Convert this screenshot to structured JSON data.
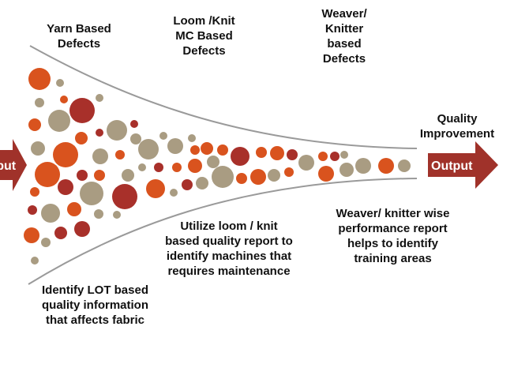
{
  "colors": {
    "funnel_line": "#9a9a9a",
    "arrow_fill": "#a0322a",
    "bubble_orange": "#d9531e",
    "bubble_tan": "#a99c82",
    "bubble_red": "#a8302a",
    "text": "#111111"
  },
  "labels": {
    "yarn_defects": "Yarn Based\nDefects",
    "loom_defects": "Loom /Knit\nMC Based\nDefects",
    "weaver_defects": "Weaver/\nKnitter\nbased\nDefects",
    "quality_improvement": "Quality\nImprovement",
    "utilize_report": "Utilize loom / knit\nbased quality report to\nidentify machines that\nrequires maintenance",
    "weaver_report": "Weaver/ knitter wise\nperformance report\nhelps to identify\ntraining areas",
    "lot_info": "Identify LOT based\nquality information\nthat affects fabric"
  },
  "arrows": {
    "input_text": "Input",
    "output_text": "Output"
  }
}
